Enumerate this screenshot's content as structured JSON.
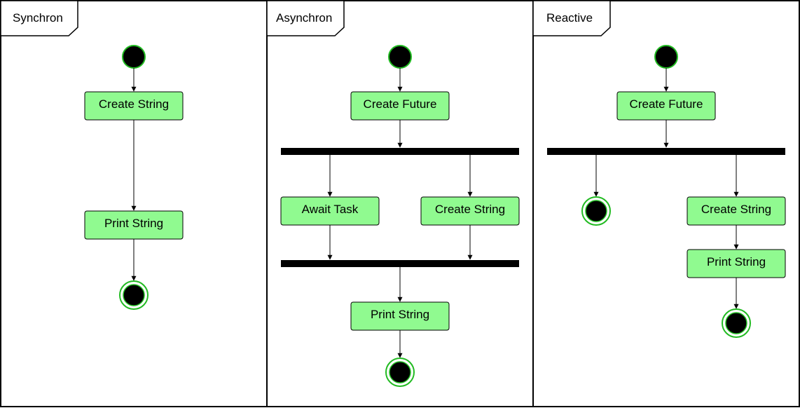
{
  "colors": {
    "action_fill": "#90fa90",
    "node_outline": "#22bb22",
    "line": "#000000"
  },
  "lanes": [
    {
      "title": "Synchron",
      "actions": [
        {
          "id": "create",
          "label": "Create String"
        },
        {
          "id": "print",
          "label": "Print String"
        }
      ]
    },
    {
      "title": "Asynchron",
      "actions": [
        {
          "id": "future",
          "label": "Create Future"
        },
        {
          "id": "await",
          "label": "Await Task"
        },
        {
          "id": "create",
          "label": "Create String"
        },
        {
          "id": "print",
          "label": "Print String"
        }
      ]
    },
    {
      "title": "Reactive",
      "actions": [
        {
          "id": "future",
          "label": "Create Future"
        },
        {
          "id": "create",
          "label": "Create String"
        },
        {
          "id": "print",
          "label": "Print String"
        }
      ]
    }
  ]
}
